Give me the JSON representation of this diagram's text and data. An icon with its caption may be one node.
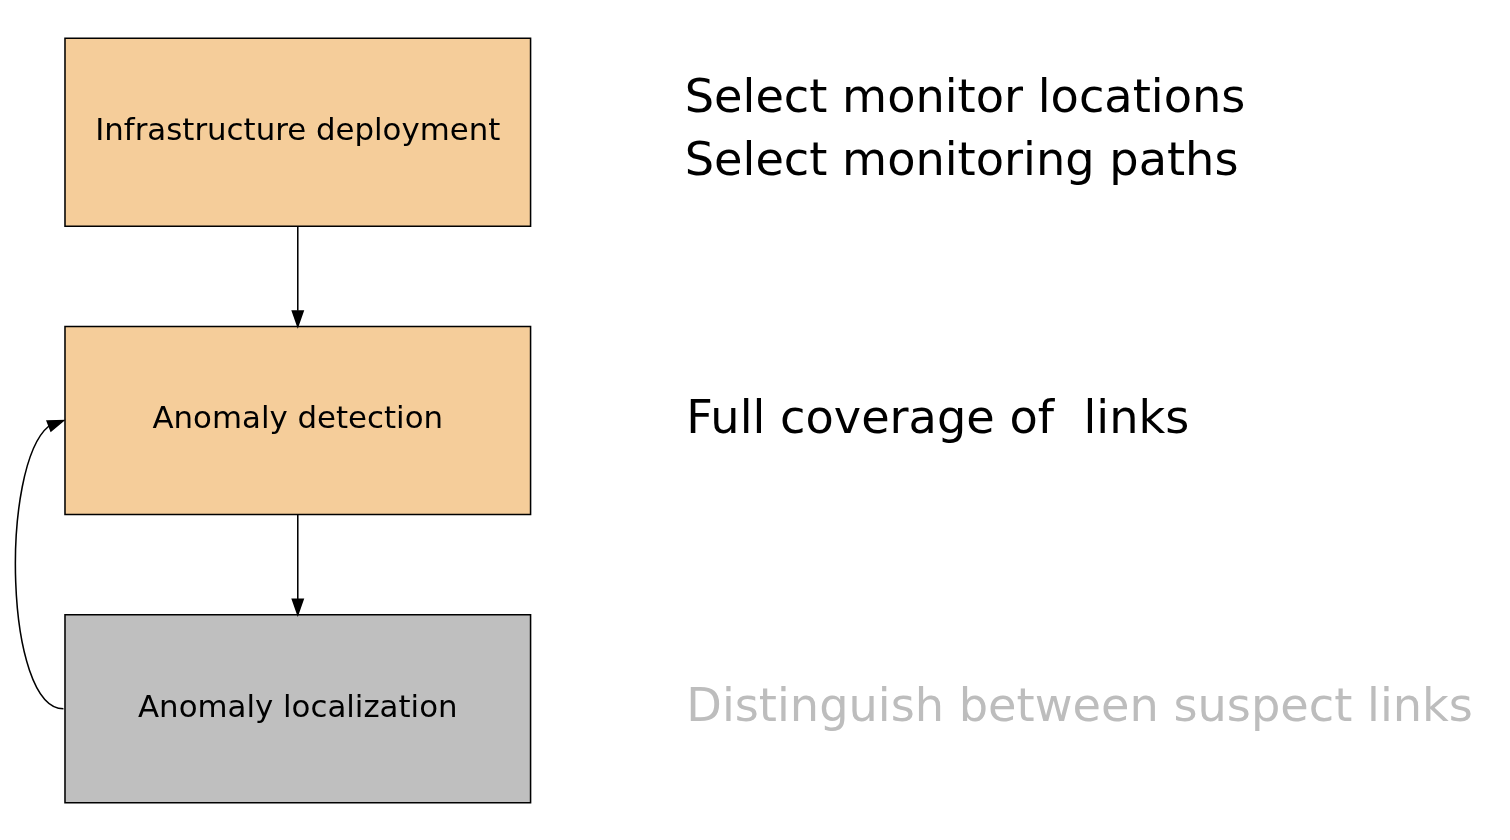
{
  "diagram": {
    "nodes": [
      {
        "text": [
          "Infrastructure deployment"
        ],
        "beside": [
          "Select monitor locations",
          "Select monitoring paths"
        ]
      },
      {
        "text": [
          "Anomaly detection"
        ],
        "beside": [
          "Full coverage of  links"
        ]
      },
      {
        "text": [
          "Anomaly localization"
        ],
        "beside": [
          "Distinguish between suspect links"
        ]
      }
    ],
    "edges": [
      {
        "from": 0,
        "to": 1,
        "arrow": "to"
      },
      {
        "from": 1,
        "to": 2,
        "arrow": "to"
      },
      {
        "from": 2,
        "to": 1,
        "arrow": "to"
      }
    ]
  }
}
